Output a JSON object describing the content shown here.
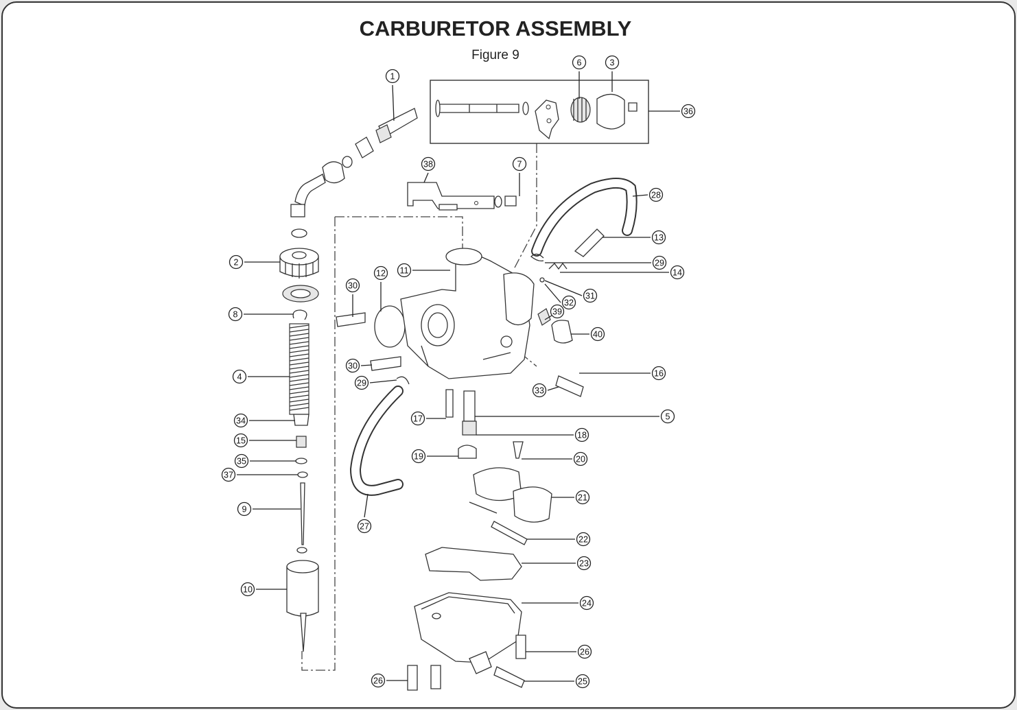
{
  "title": "CARBURETOR ASSEMBLY",
  "subtitle": "Figure 9",
  "callouts": [
    "1",
    "2",
    "3",
    "4",
    "5",
    "6",
    "7",
    "8",
    "9",
    "10",
    "11",
    "12",
    "13",
    "14",
    "15",
    "16",
    "17",
    "18",
    "19",
    "20",
    "21",
    "22",
    "23",
    "24",
    "25",
    "26",
    "26",
    "27",
    "28",
    "29",
    "29",
    "30",
    "30",
    "31",
    "32",
    "33",
    "34",
    "35",
    "36",
    "37",
    "38",
    "39",
    "40"
  ]
}
